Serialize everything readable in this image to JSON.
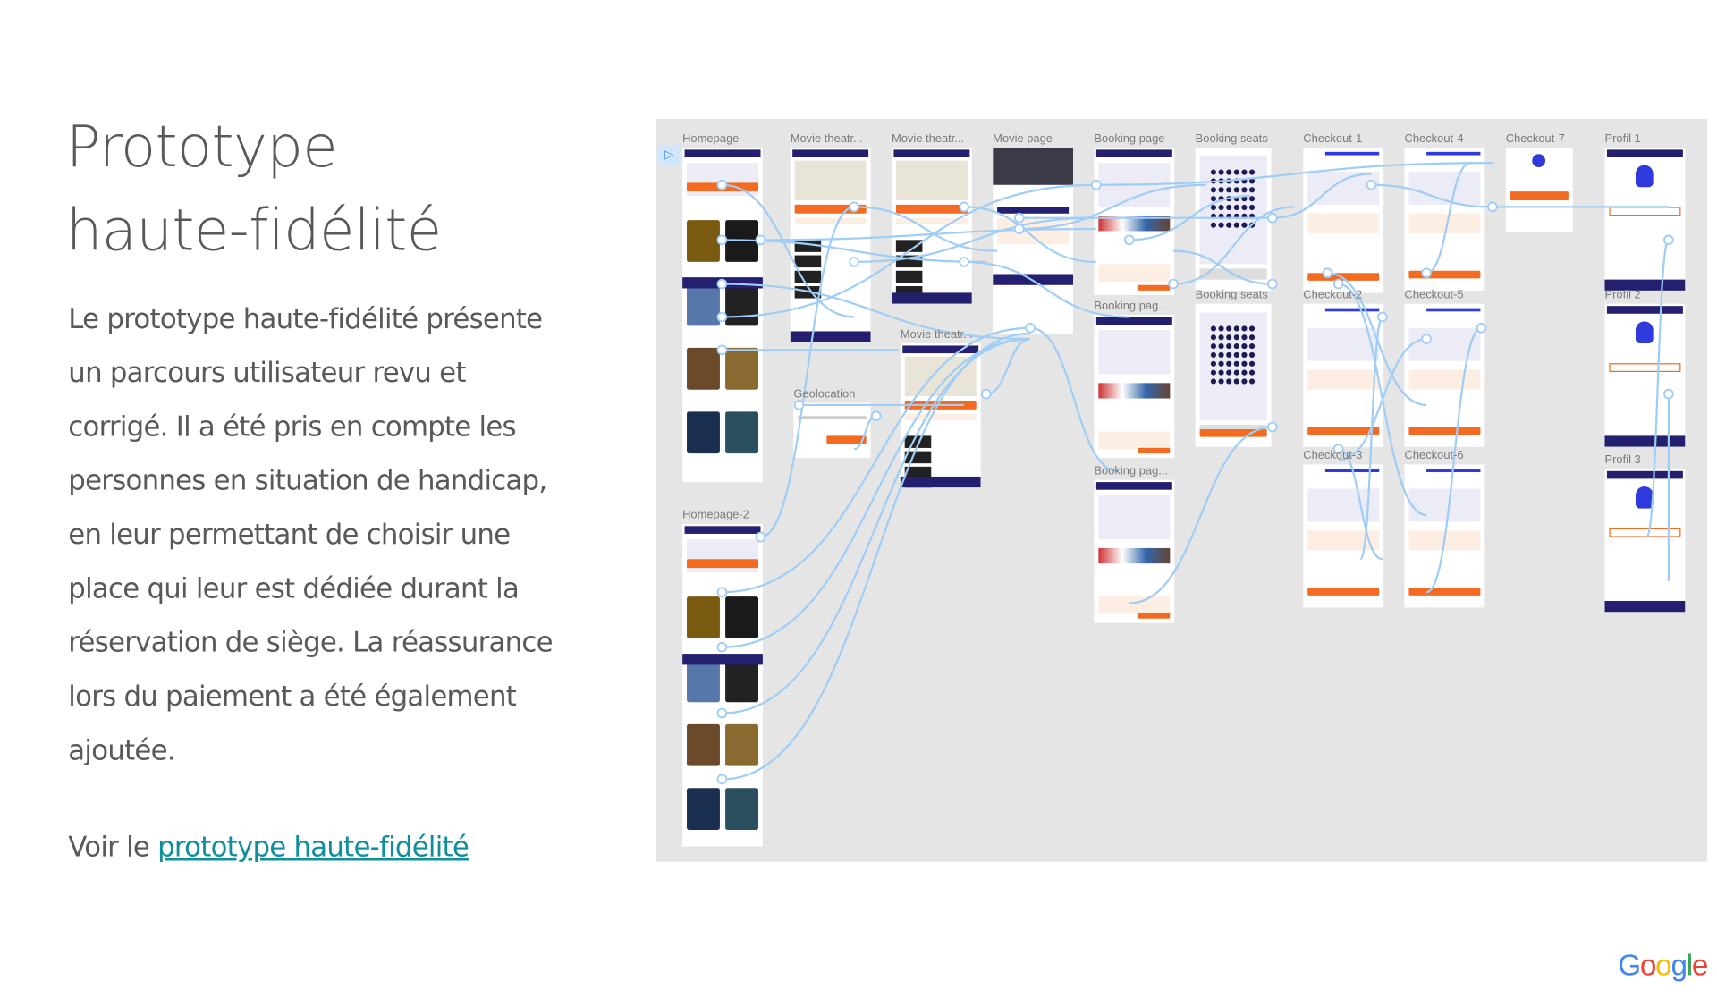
{
  "slide": {
    "title_lines": [
      "Prototype",
      "haute-fidélité"
    ],
    "paragraph_lines": [
      "Le prototype haute-fidélité présente",
      "un parcours utilisateur revu et",
      "corrigé. Il a été pris en compte les",
      "personnes en situation de handicap,",
      "en leur permettant de choisir une",
      "place qui leur est dédiée durant la",
      "réservation de siège. La réassurance",
      "lors du paiement a été également",
      "ajoutée."
    ],
    "link_prefix": "Voir le ",
    "link_text": "prototype haute-fidélité",
    "logo_text": "Google"
  },
  "prototype": {
    "frames": [
      {
        "label": "Homepage",
        "kind": "home"
      },
      {
        "label": "Movie theatr...",
        "kind": "map"
      },
      {
        "label": "Movie theatr...",
        "kind": "map"
      },
      {
        "label": "Movie page",
        "kind": "movie"
      },
      {
        "label": "Booking page",
        "kind": "booking"
      },
      {
        "label": "Booking seats",
        "kind": "seats"
      },
      {
        "label": "Checkout-1",
        "kind": "checkout"
      },
      {
        "label": "Checkout-4",
        "kind": "checkout"
      },
      {
        "label": "Checkout-7",
        "kind": "complete"
      },
      {
        "label": "Profil 1",
        "kind": "profile"
      },
      {
        "label": "Movie theatr...",
        "kind": "map"
      },
      {
        "label": "Geolocation",
        "kind": "dialog"
      },
      {
        "label": "Booking pag...",
        "kind": "booking"
      },
      {
        "label": "Booking seats",
        "kind": "seats"
      },
      {
        "label": "Checkout-2",
        "kind": "checkout"
      },
      {
        "label": "Checkout-5",
        "kind": "checkout"
      },
      {
        "label": "Profil 2",
        "kind": "profile"
      },
      {
        "label": "Booking pag...",
        "kind": "booking"
      },
      {
        "label": "Checkout-3",
        "kind": "checkout"
      },
      {
        "label": "Checkout-6",
        "kind": "checkout"
      },
      {
        "label": "Profil 3",
        "kind": "profile"
      },
      {
        "label": "Homepage-2",
        "kind": "home"
      }
    ],
    "link_color": "#9fcdf5",
    "accent_orange": "#f26b21",
    "header_navy": "#241f6e",
    "play_icon": "play-icon"
  }
}
